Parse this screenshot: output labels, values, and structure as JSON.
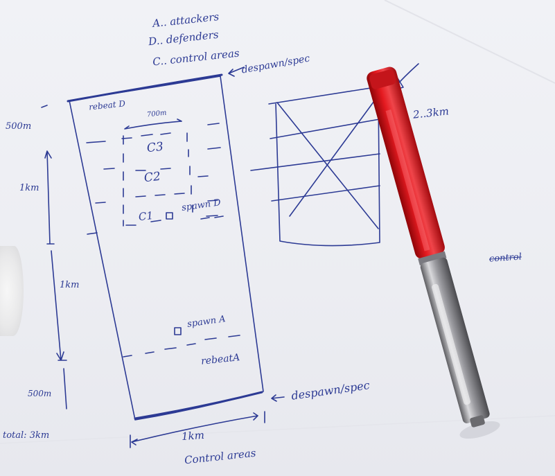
{
  "legend": {
    "a": "A.. attackers",
    "d": "D.. defenders",
    "c": "C.. control areas"
  },
  "map": {
    "respawn_top": "rebeat D",
    "respawn_bottom": "rebeatA",
    "width_top": "700m",
    "c3": "C3",
    "c2": "C2",
    "c1": "C1",
    "spawn_d": "spawn D",
    "spawn_a": "spawn A",
    "despawn_top": "despawn/spec",
    "despawn_bottom": "despawn/spec"
  },
  "dimensions": {
    "top_margin": "500m",
    "upper": "1km",
    "lower": "1km",
    "bottom_margin": "500m",
    "total": "total: 3km",
    "width": "1km"
  },
  "caption": "Control areas",
  "side_sketch": {
    "height": "2..3km",
    "crossed_word": "control"
  },
  "colors": {
    "ink": "#2c3a94",
    "pen_red": "#d8101a",
    "paper": "#eeeff3"
  }
}
